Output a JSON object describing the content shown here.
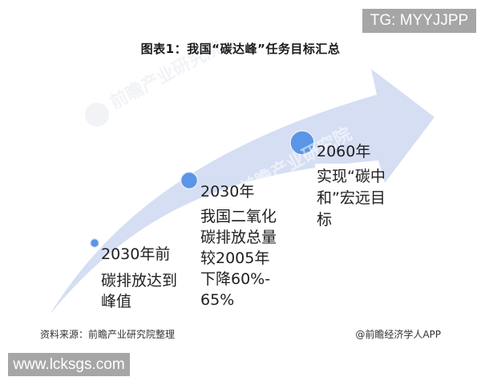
{
  "badges": {
    "top_right": "TG: MYYJJPP",
    "bottom_left": "www.lcksgs.com"
  },
  "title": "图表1：我国“碳达峰”任务目标汇总",
  "watermark": {
    "text": "前瞻产业研究院",
    "text2": "前瞻产业研究院"
  },
  "colors": {
    "arrow_fill": "#d5def3",
    "dot_fill": "#5b95e6",
    "dot_stroke": "#e8eefb",
    "badge_bg": "#a6a6a6"
  },
  "milestones": [
    {
      "year": "2030年前",
      "lines": [
        "碳排放达到",
        "峰值"
      ],
      "dot_size": "small"
    },
    {
      "year": "2030年",
      "lines": [
        "我国二氧化",
        "碳排放总量",
        "较2005年",
        "下降60%-",
        "65%"
      ],
      "dot_size": "medium"
    },
    {
      "year": "2060年",
      "lines": [
        "实现“碳中",
        "和”宏远目",
        "标"
      ],
      "dot_size": "large"
    }
  ],
  "footer": {
    "source": "资料来源：前瞻产业研究院整理",
    "credit": "@前瞻经济学人APP"
  }
}
